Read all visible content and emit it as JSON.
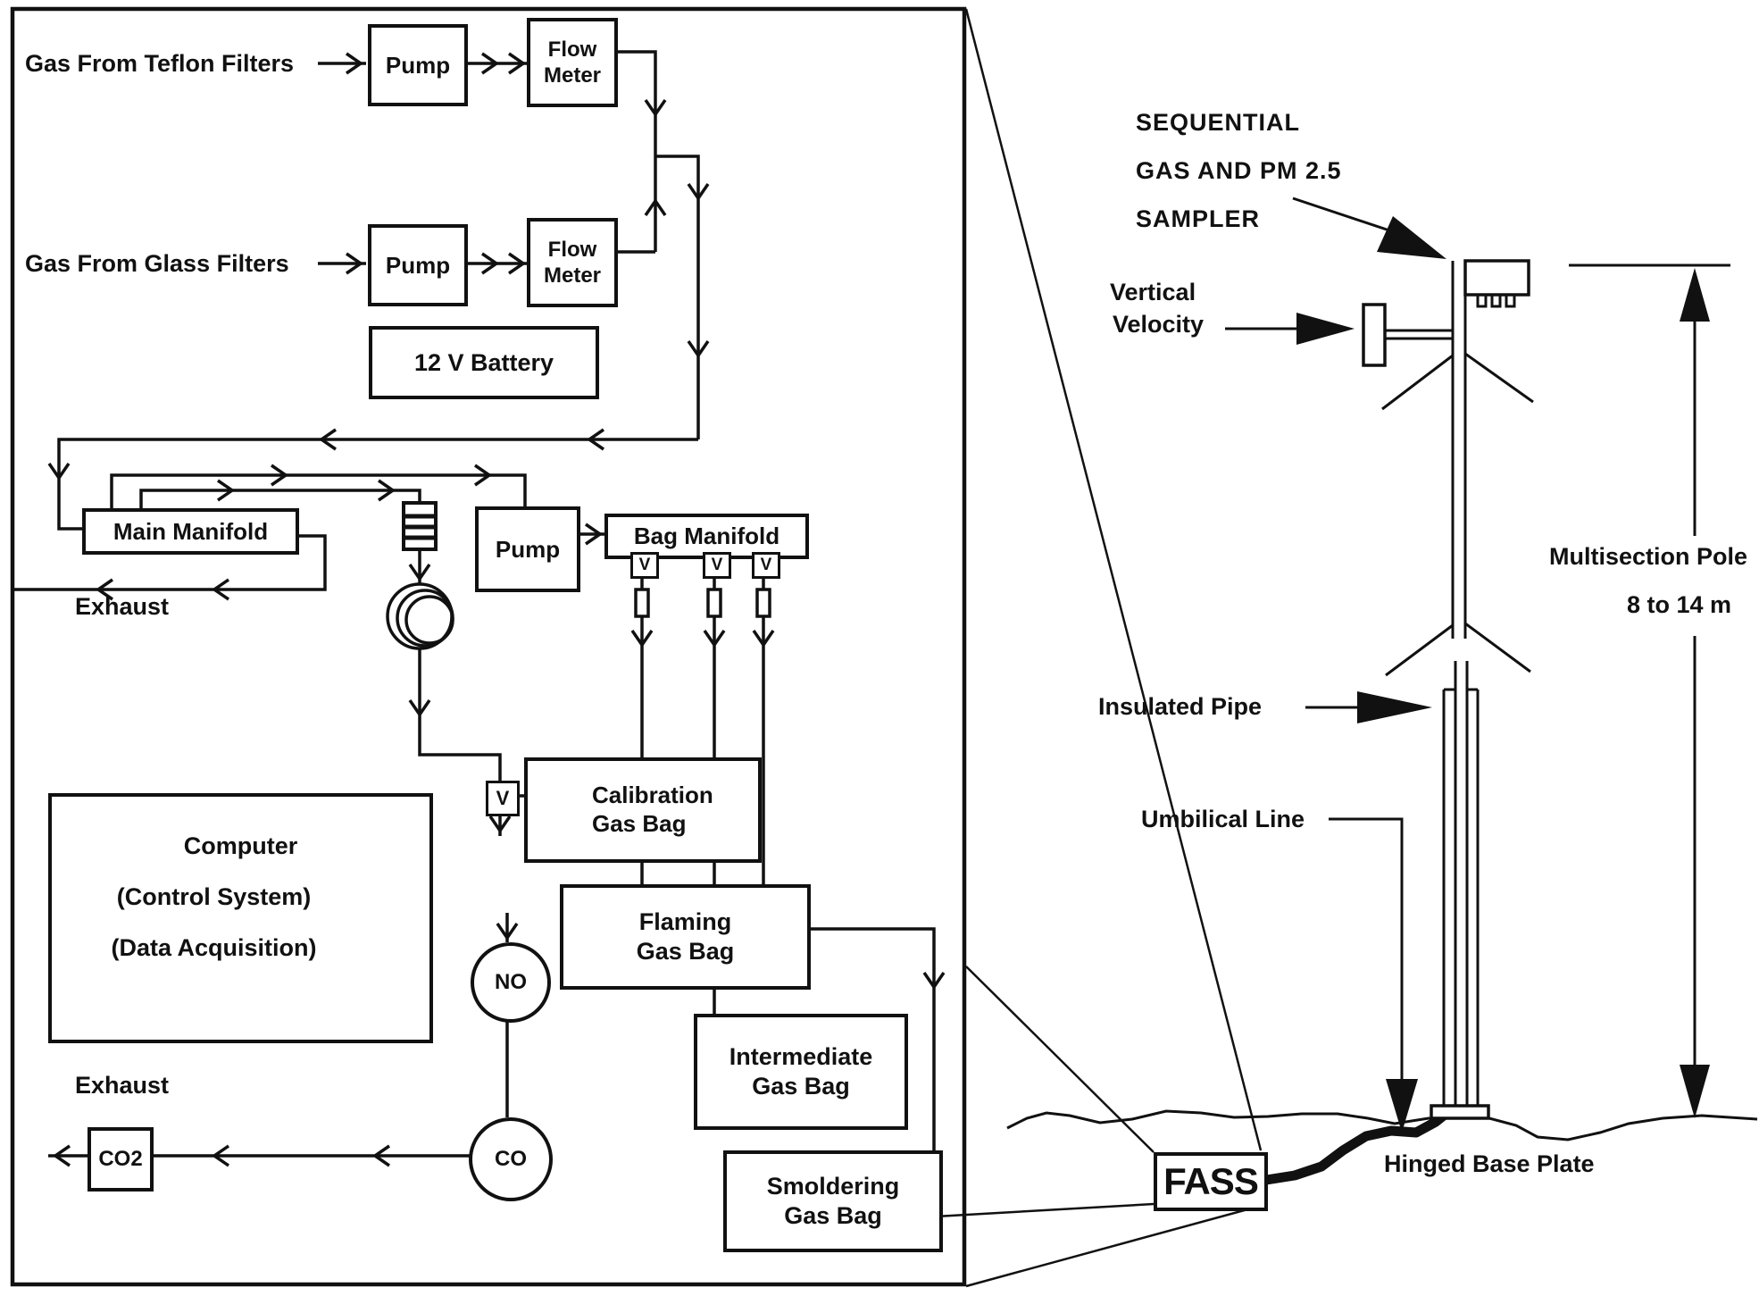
{
  "panel": {
    "inputs": {
      "teflon": "Gas From Teflon Filters",
      "glass": "Gas From Glass Filters"
    },
    "pump_label": "Pump",
    "flow_meter_label": "Flow Meter",
    "battery_label": "12 V Battery",
    "main_manifold_label": "Main Manifold",
    "exhaust_label": "Exhaust",
    "bag_manifold_label": "Bag Manifold",
    "valve_label": "V",
    "calibration_bag": [
      "Calibration",
      "Gas Bag"
    ],
    "flaming_bag": [
      "Flaming",
      "Gas Bag"
    ],
    "intermediate_bag": [
      "Intermediate",
      "Gas Bag"
    ],
    "smoldering_bag": [
      "Smoldering",
      "Gas Bag"
    ],
    "computer": [
      "Computer",
      "(Control System)",
      "(Data Acquisition)"
    ],
    "analyzers": {
      "no": "NO",
      "co": "CO",
      "co2": "CO2"
    },
    "exhaust2_label": "Exhaust"
  },
  "site": {
    "sampler_label": [
      "SEQUENTIAL",
      "GAS AND PM 2.5",
      "SAMPLER"
    ],
    "vertical_velocity": [
      "Vertical",
      "Velocity"
    ],
    "pole_label": [
      "Multisection Pole",
      "8 to 14 m"
    ],
    "insulated_pipe_label": "Insulated Pipe",
    "umbilical_label": "Umbilical Line",
    "fass_label": "FASS",
    "base_plate_label": "Hinged Base Plate"
  },
  "colors": {
    "ink": "#111111",
    "paper": "#ffffff"
  }
}
